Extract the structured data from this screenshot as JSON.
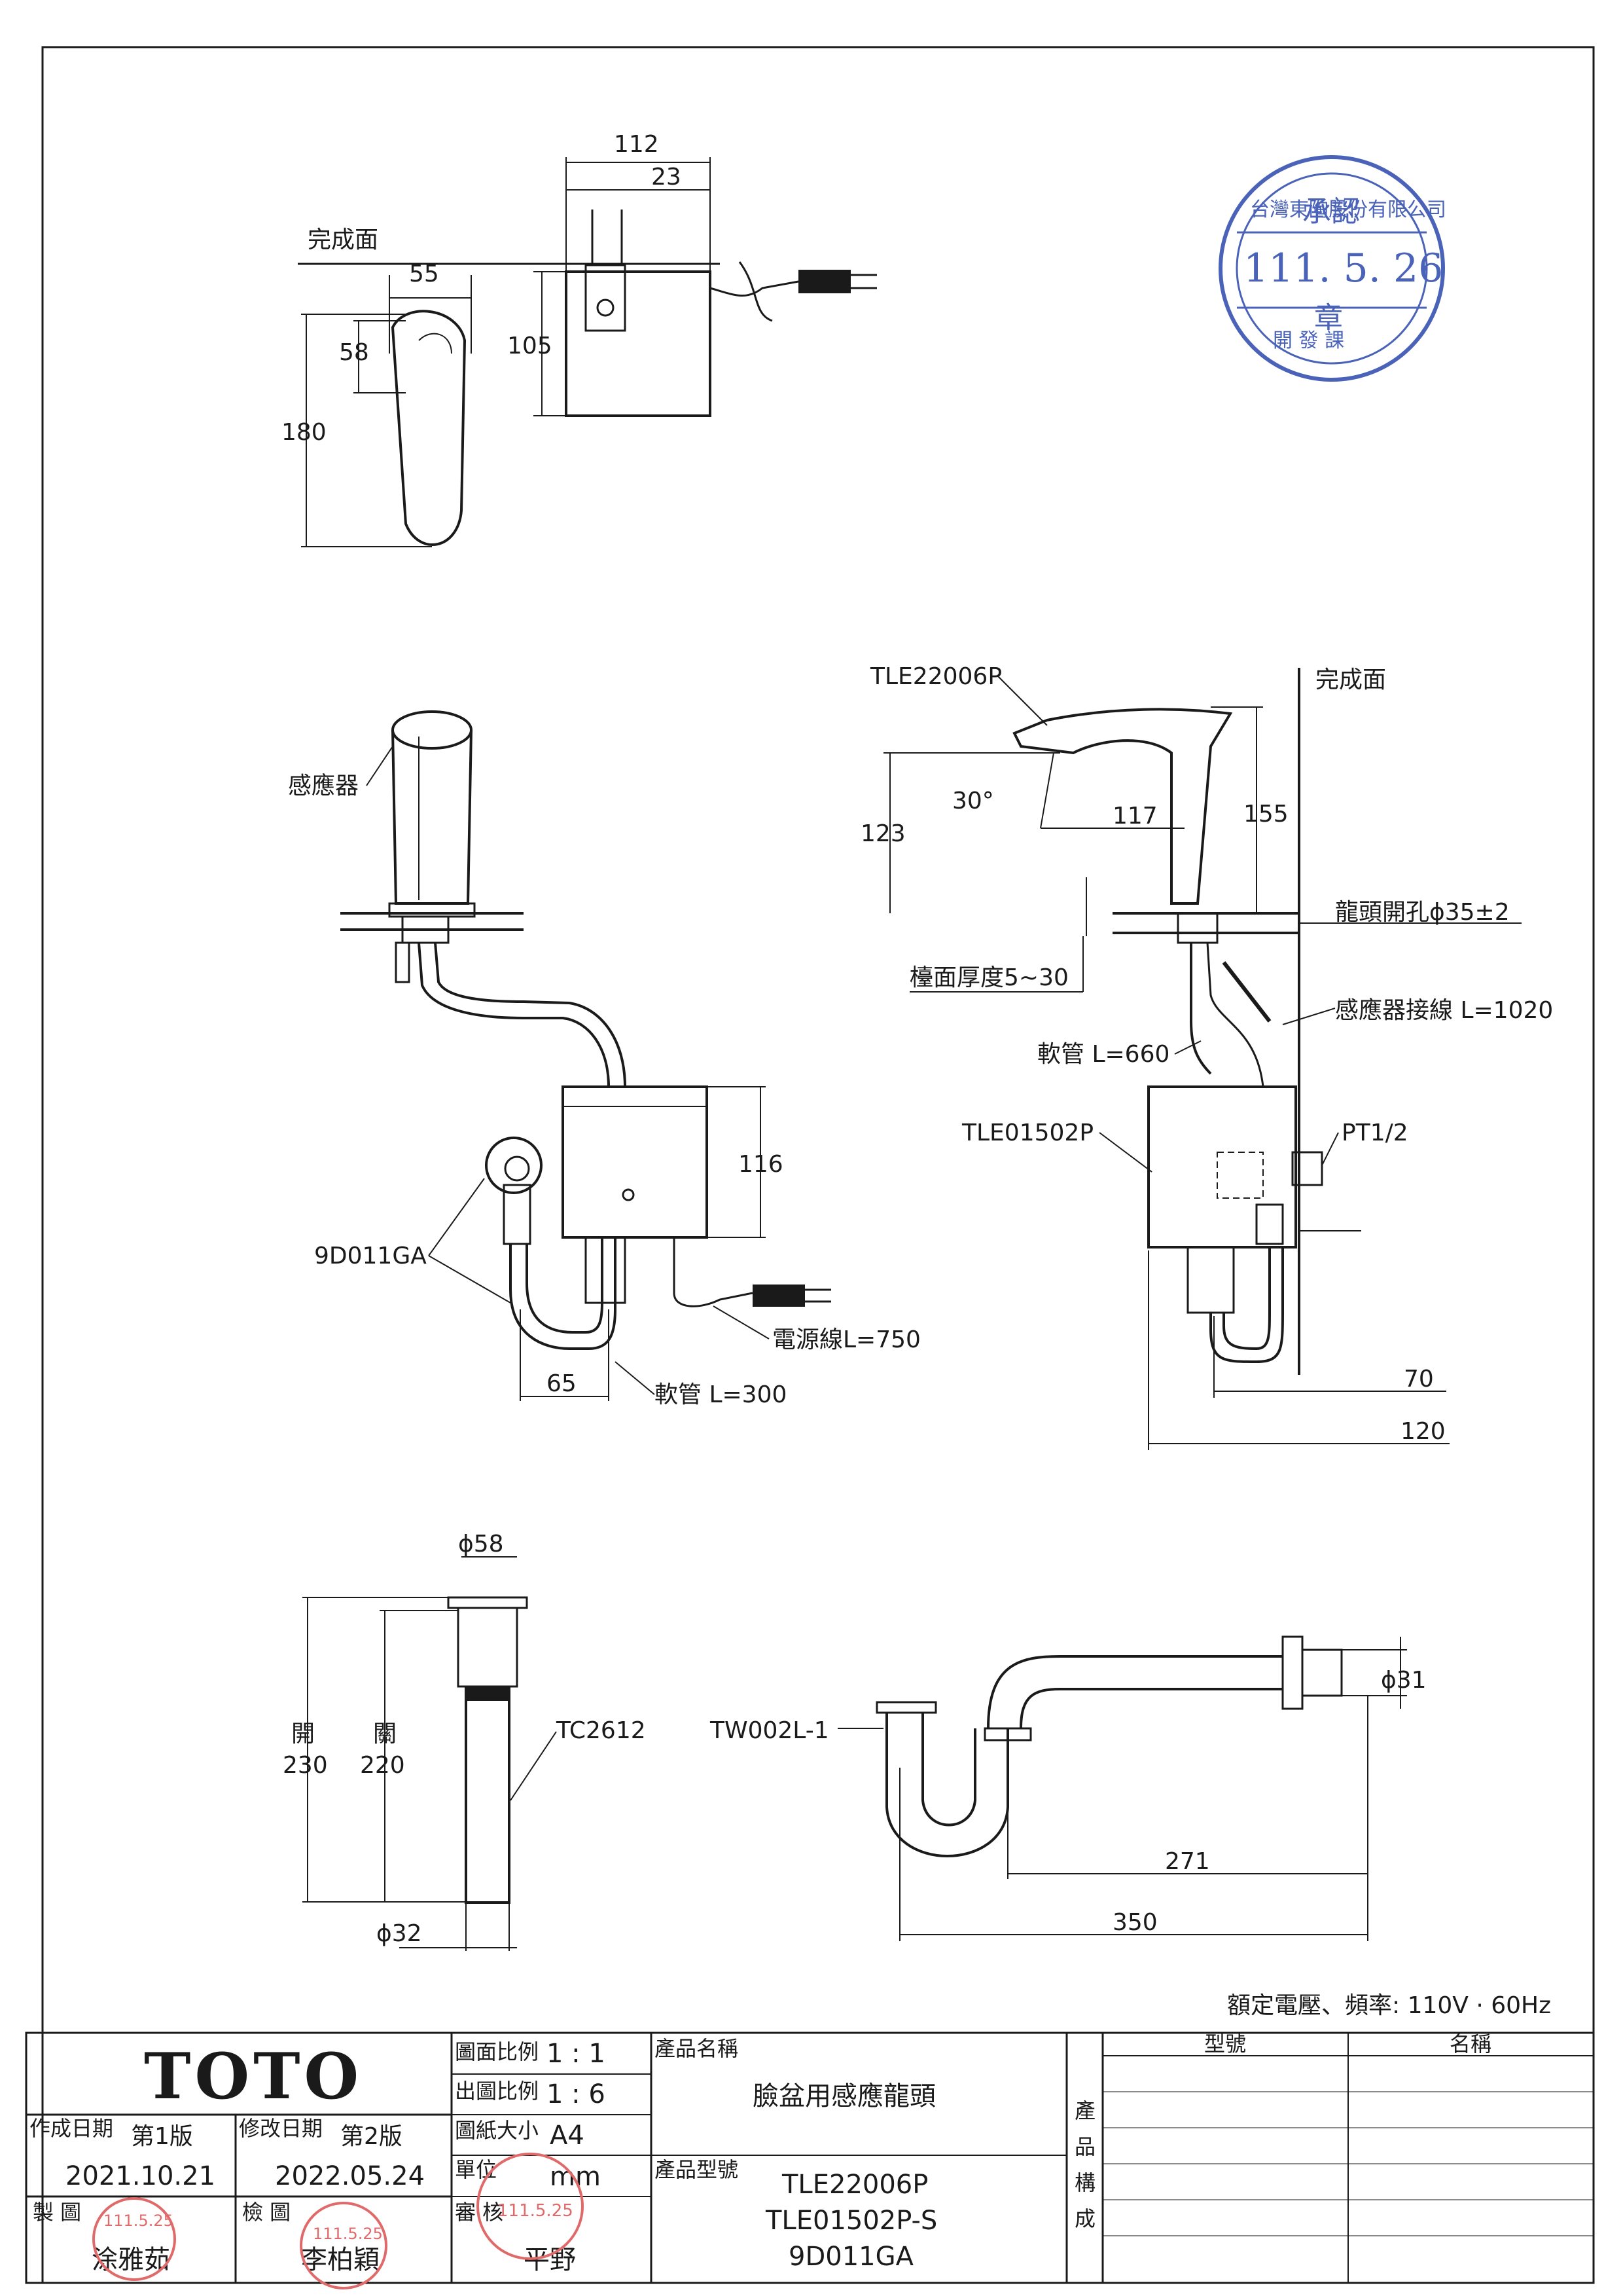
{
  "drawing": {
    "top_view": {
      "finish_surface": "完成面",
      "dims": {
        "w112": "112",
        "w23": "23",
        "w55": "55",
        "h58": "58",
        "h105": "105",
        "h180": "180"
      }
    },
    "side_view_left": {
      "sensor": "感應器",
      "dim116": "116",
      "dim65": "65",
      "drain_fitting": "9D011GA",
      "power_cord": "電源線L=750",
      "hose": "軟管 L=300"
    },
    "side_view_right": {
      "faucet_model": "TLE22006P",
      "finish_surface": "完成面",
      "angle": "30°",
      "dim123": "123",
      "dim117": "117",
      "dim155": "155",
      "faucet_hole": "龍頭開孔ϕ35±2",
      "counter_thickness": "檯面厚度5~30",
      "sensor_cable": "感應器接線 L=1020",
      "hose": "軟管 L=660",
      "control_box": "TLE01502P",
      "pt": "PT1/2",
      "dim70": "70",
      "dim120": "120"
    },
    "drain_view": {
      "d58": "ϕ58",
      "open_label": "開",
      "open_val": "230",
      "close_label": "關",
      "close_val": "220",
      "model": "TC2612",
      "d32": "ϕ32"
    },
    "trap_view": {
      "model": "TW002L-1",
      "d31": "ϕ31",
      "dim271": "271",
      "dim350": "350"
    },
    "rated": "額定電壓、頻率: 110V · 60Hz"
  },
  "stamp_blue": {
    "top": "台灣東陶股份有限公司",
    "mid1": "承認",
    "date": "111. 5. 26",
    "mid2": "章",
    "bottom": "開 發 課"
  },
  "title_block": {
    "logo": "TOTO",
    "scale_drawing_label": "圖面比例",
    "scale_drawing": "1 : 1",
    "scale_print_label": "出圖比例",
    "scale_print": "1 : 6",
    "paper_label": "圖紙大小",
    "paper": "A4",
    "unit_label": "單位",
    "unit": "mm",
    "created_label": "作成日期",
    "created_ver": "第1版",
    "created_date": "2021.10.21",
    "revised_label": "修改日期",
    "revised_ver": "第2版",
    "revised_date": "2022.05.24",
    "drawn_label": "製 圖",
    "drawn_by": "涂雅茹",
    "checked_label": "檢 圖",
    "checked_by": "李柏穎",
    "approved_label": "審 核",
    "approved_by": "平野",
    "stamp_d1": "111.5.25",
    "stamp_d2": "111.5.25",
    "stamp_d3": "111.5.25",
    "product_name_label": "產品名稱",
    "product_name": "臉盆用感應龍頭",
    "product_model_label": "產品型號",
    "product_models": [
      "TLE22006P",
      "TLE01502P-S",
      "9D011GA"
    ],
    "composition_chars": [
      "產",
      "品",
      "構",
      "成"
    ],
    "col_model": "型號",
    "col_name": "名稱"
  }
}
